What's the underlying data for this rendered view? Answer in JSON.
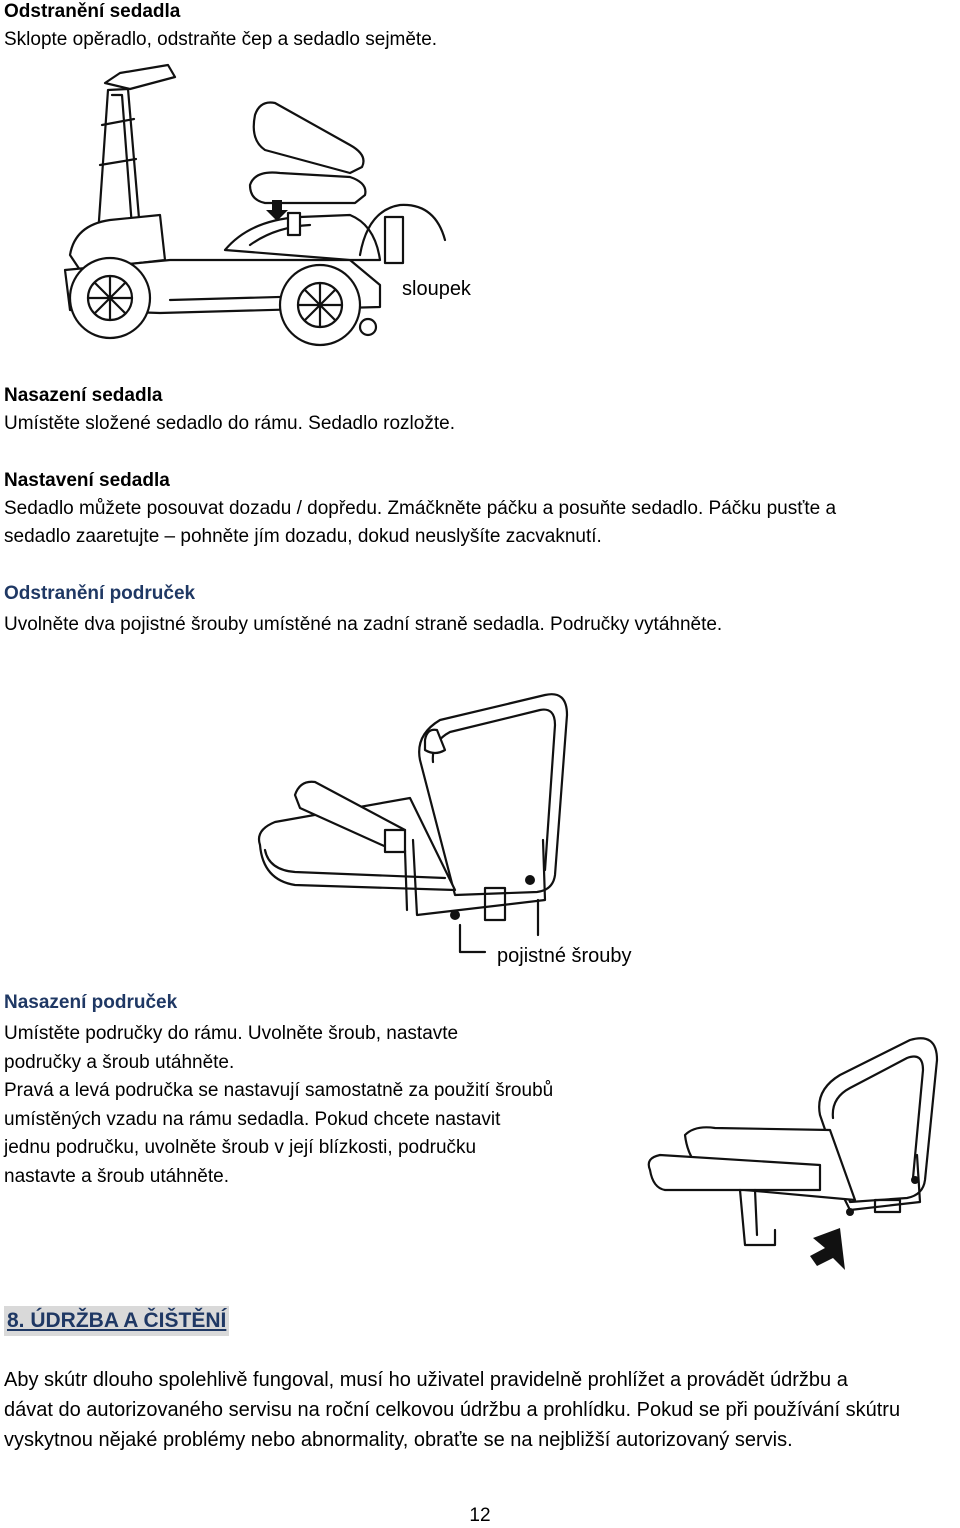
{
  "seat_removal": {
    "heading": "Odstranění sedadla",
    "text": "Sklopte opěradlo, odstraňte čep a sedadlo sejměte.",
    "figure_label": "sloupek"
  },
  "seat_mounting": {
    "heading": "Nasazení sedadla",
    "text": "Umístěte složené sedadlo do rámu. Sedadlo rozložte."
  },
  "seat_adjust": {
    "heading": "Nastavení sedadla",
    "line1": "Sedadlo můžete posouvat dozadu / dopředu. Zmáčkněte  páčku a posuňte sedadlo. Páčku pusťte a",
    "line2": "sedadlo zaaretujte – pohněte jím dozadu, dokud neuslyšíte zacvaknutí."
  },
  "armrest_removal": {
    "heading": "Odstranění područek",
    "text": "Uvolněte dva pojistné šrouby umístěné na zadní straně sedadla. Područky vytáhněte.",
    "figure_label": "pojistné šrouby"
  },
  "armrest_mounting": {
    "heading": "Nasazení područek",
    "lines": [
      "Umístěte područky do rámu. Uvolněte šroub, nastavte",
      "područky a šroub utáhněte.",
      "Pravá a levá područka se nastavují samostatně za použití šroubů",
      "umístěných vzadu na rámu sedadla. Pokud chcete nastavit",
      "jednu područku, uvolněte šroub v její blízkosti, područku",
      "nastavte a šroub utáhněte."
    ]
  },
  "maintenance": {
    "heading": "8. ÚDRŽBA A ČIŠTĚNÍ",
    "lines": [
      "Aby skútr dlouho spolehlivě fungoval, musí ho uživatel pravidelně prohlížet a provádět údržbu a",
      "dávat do autorizovaného servisu na roční celkovou údržbu a prohlídku. Pokud se při používání skútru",
      "vyskytnou nějaké problémy nebo abnormality, obraťte se na nejbližší autorizovaný servis."
    ]
  },
  "page_number": "12"
}
